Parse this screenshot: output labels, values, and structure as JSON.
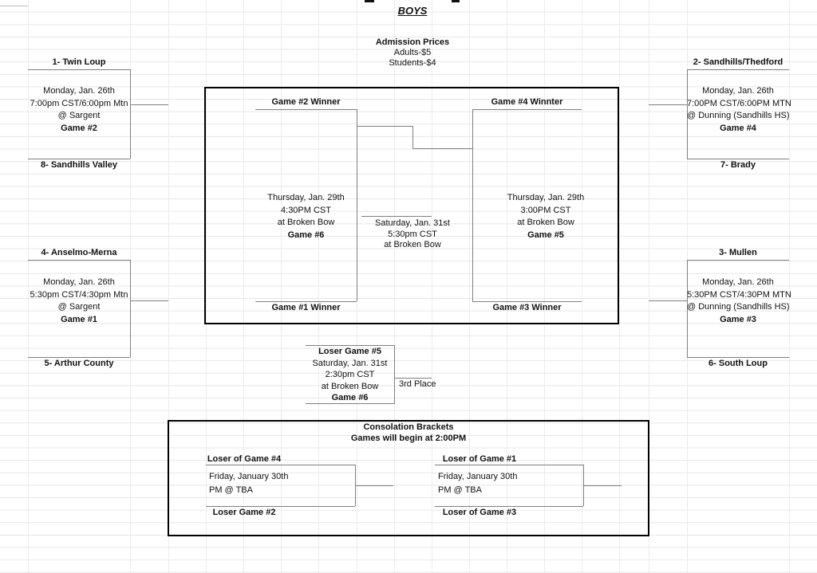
{
  "title": "BOYS",
  "admission": {
    "heading": "Admission Prices",
    "adults": "Adults-$5",
    "students": "Students-$4"
  },
  "first_round": {
    "left_top": {
      "seed_top": "1- Twin Loup",
      "date": "Monday, Jan. 26th",
      "time": "7:00pm CST/6:00pm Mtn",
      "venue": "@ Sargent",
      "game": "Game #2",
      "seed_bottom": "8- Sandhills Valley"
    },
    "left_bottom": {
      "seed_top": "4- Anselmo-Merna",
      "date": "Monday, Jan. 26th",
      "time": "5:30pm CST/4:30pm Mtn",
      "venue": "@ Sargent",
      "game": "Game #1",
      "seed_bottom": "5- Arthur County"
    },
    "right_top": {
      "seed_top": "2- Sandhills/Thedford",
      "date": "Monday, Jan. 26th",
      "time": "7:00PM CST/6:00PM MTN",
      "venue": "@ Dunning (Sandhills HS)",
      "game": "Game #4",
      "seed_bottom": "7- Brady"
    },
    "right_bottom": {
      "seed_top": "3- Mullen",
      "date": "Monday, Jan. 26th",
      "time": "5:30PM CST/4:30PM MTN",
      "venue": "@ Dunning (Sandhills HS)",
      "game": "Game #3",
      "seed_bottom": "6- South Loup"
    }
  },
  "semifinals": {
    "left": {
      "top_label": "Game #2 Winner",
      "date": "Thursday, Jan. 29th",
      "time": "4:30PM CST",
      "venue": "at Broken Bow",
      "game": "Game #6",
      "bottom_label": "Game #1 Winner"
    },
    "right": {
      "top_label": "Game #4 Winnter",
      "date": "Thursday, Jan. 29th",
      "time": "3:00PM CST",
      "venue": "at Broken Bow",
      "game": "Game #5",
      "bottom_label": "Game #3 Winner"
    }
  },
  "championship": {
    "date": "Saturday, Jan. 31st",
    "time": "5:30pm CST",
    "venue": "at Broken Bow"
  },
  "third_place": {
    "top_label": "Loser Game #5",
    "date": "Saturday, Jan. 31st",
    "time": "2:30pm CST",
    "venue": "at Broken Bow",
    "game": "Game #6",
    "side_label": "3rd Place"
  },
  "consolation": {
    "heading": "Consolation Brackets",
    "subheading": "Games will begin at 2:00PM",
    "left": {
      "top_label": "Loser of Game #4",
      "date": "Friday, January 30th",
      "time": "PM @ TBA",
      "bottom_label": "Loser Game #2"
    },
    "right": {
      "top_label": "Loser of Game #1",
      "date": "Friday, January 30th",
      "time": "PM @ TBA",
      "bottom_label": "Loser of Game #3"
    }
  },
  "colors": {
    "bracket_line": "#7f7f7f",
    "box_border": "#000000",
    "grid_line": "#e6e6e6",
    "text": "#111111"
  }
}
